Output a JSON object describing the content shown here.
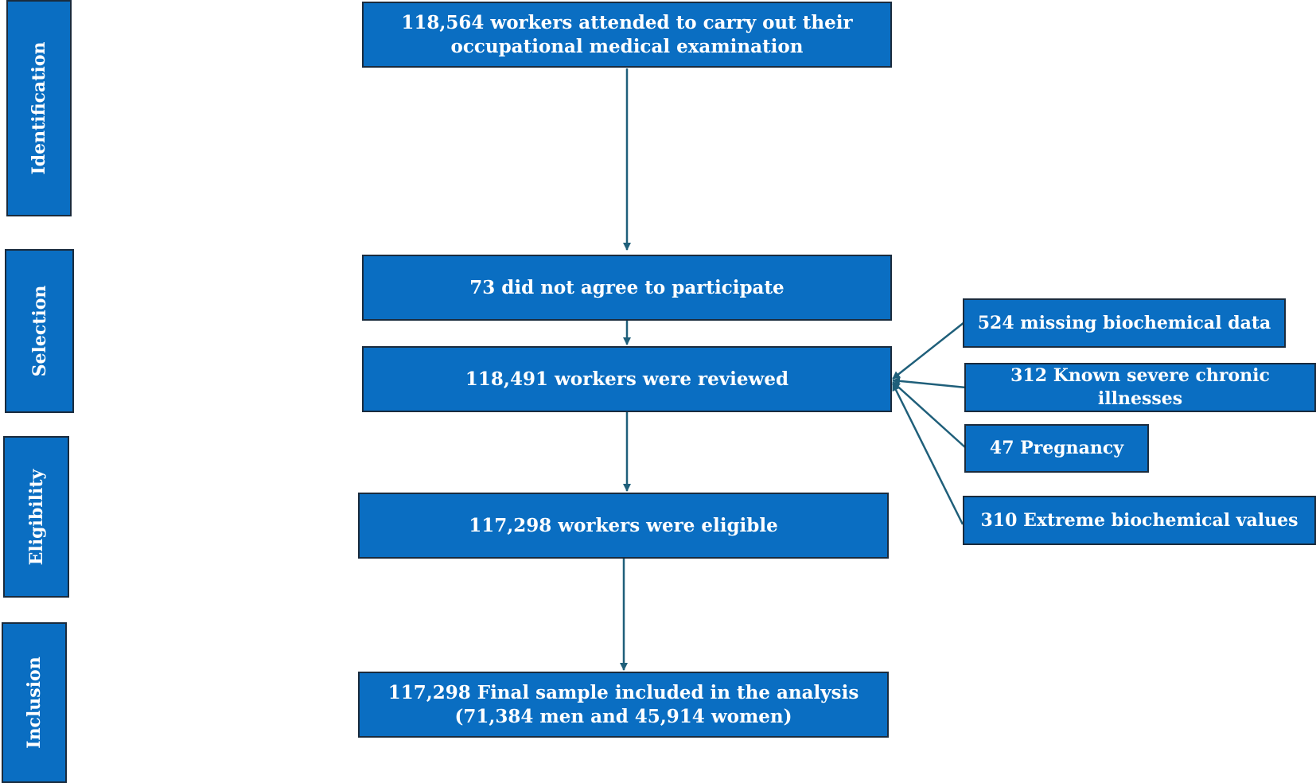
{
  "stages": {
    "identification": "Identification",
    "selection": "Selection",
    "eligibility": "Eligibility",
    "inclusion": "Inclusion"
  },
  "boxes": {
    "attended": "118,564 workers attended to carry out their occupational medical examination",
    "not_agree": "73 did not agree to participate",
    "reviewed": "118,491 workers were reviewed",
    "eligible": "117,298 workers were eligible",
    "final": "117,298 Final sample included in the analysis (71,384 men and 45,914 women)"
  },
  "exclusions": {
    "missing": "524 missing biochemical data",
    "chronic": "312 Known severe chronic illnesses",
    "pregnancy": "47 Pregnancy",
    "extreme": "310 Extreme biochemical values"
  },
  "colors": {
    "box_fill": "#0a6ec2",
    "box_border": "#1a2b3d",
    "arrow": "#1f5f7a"
  }
}
